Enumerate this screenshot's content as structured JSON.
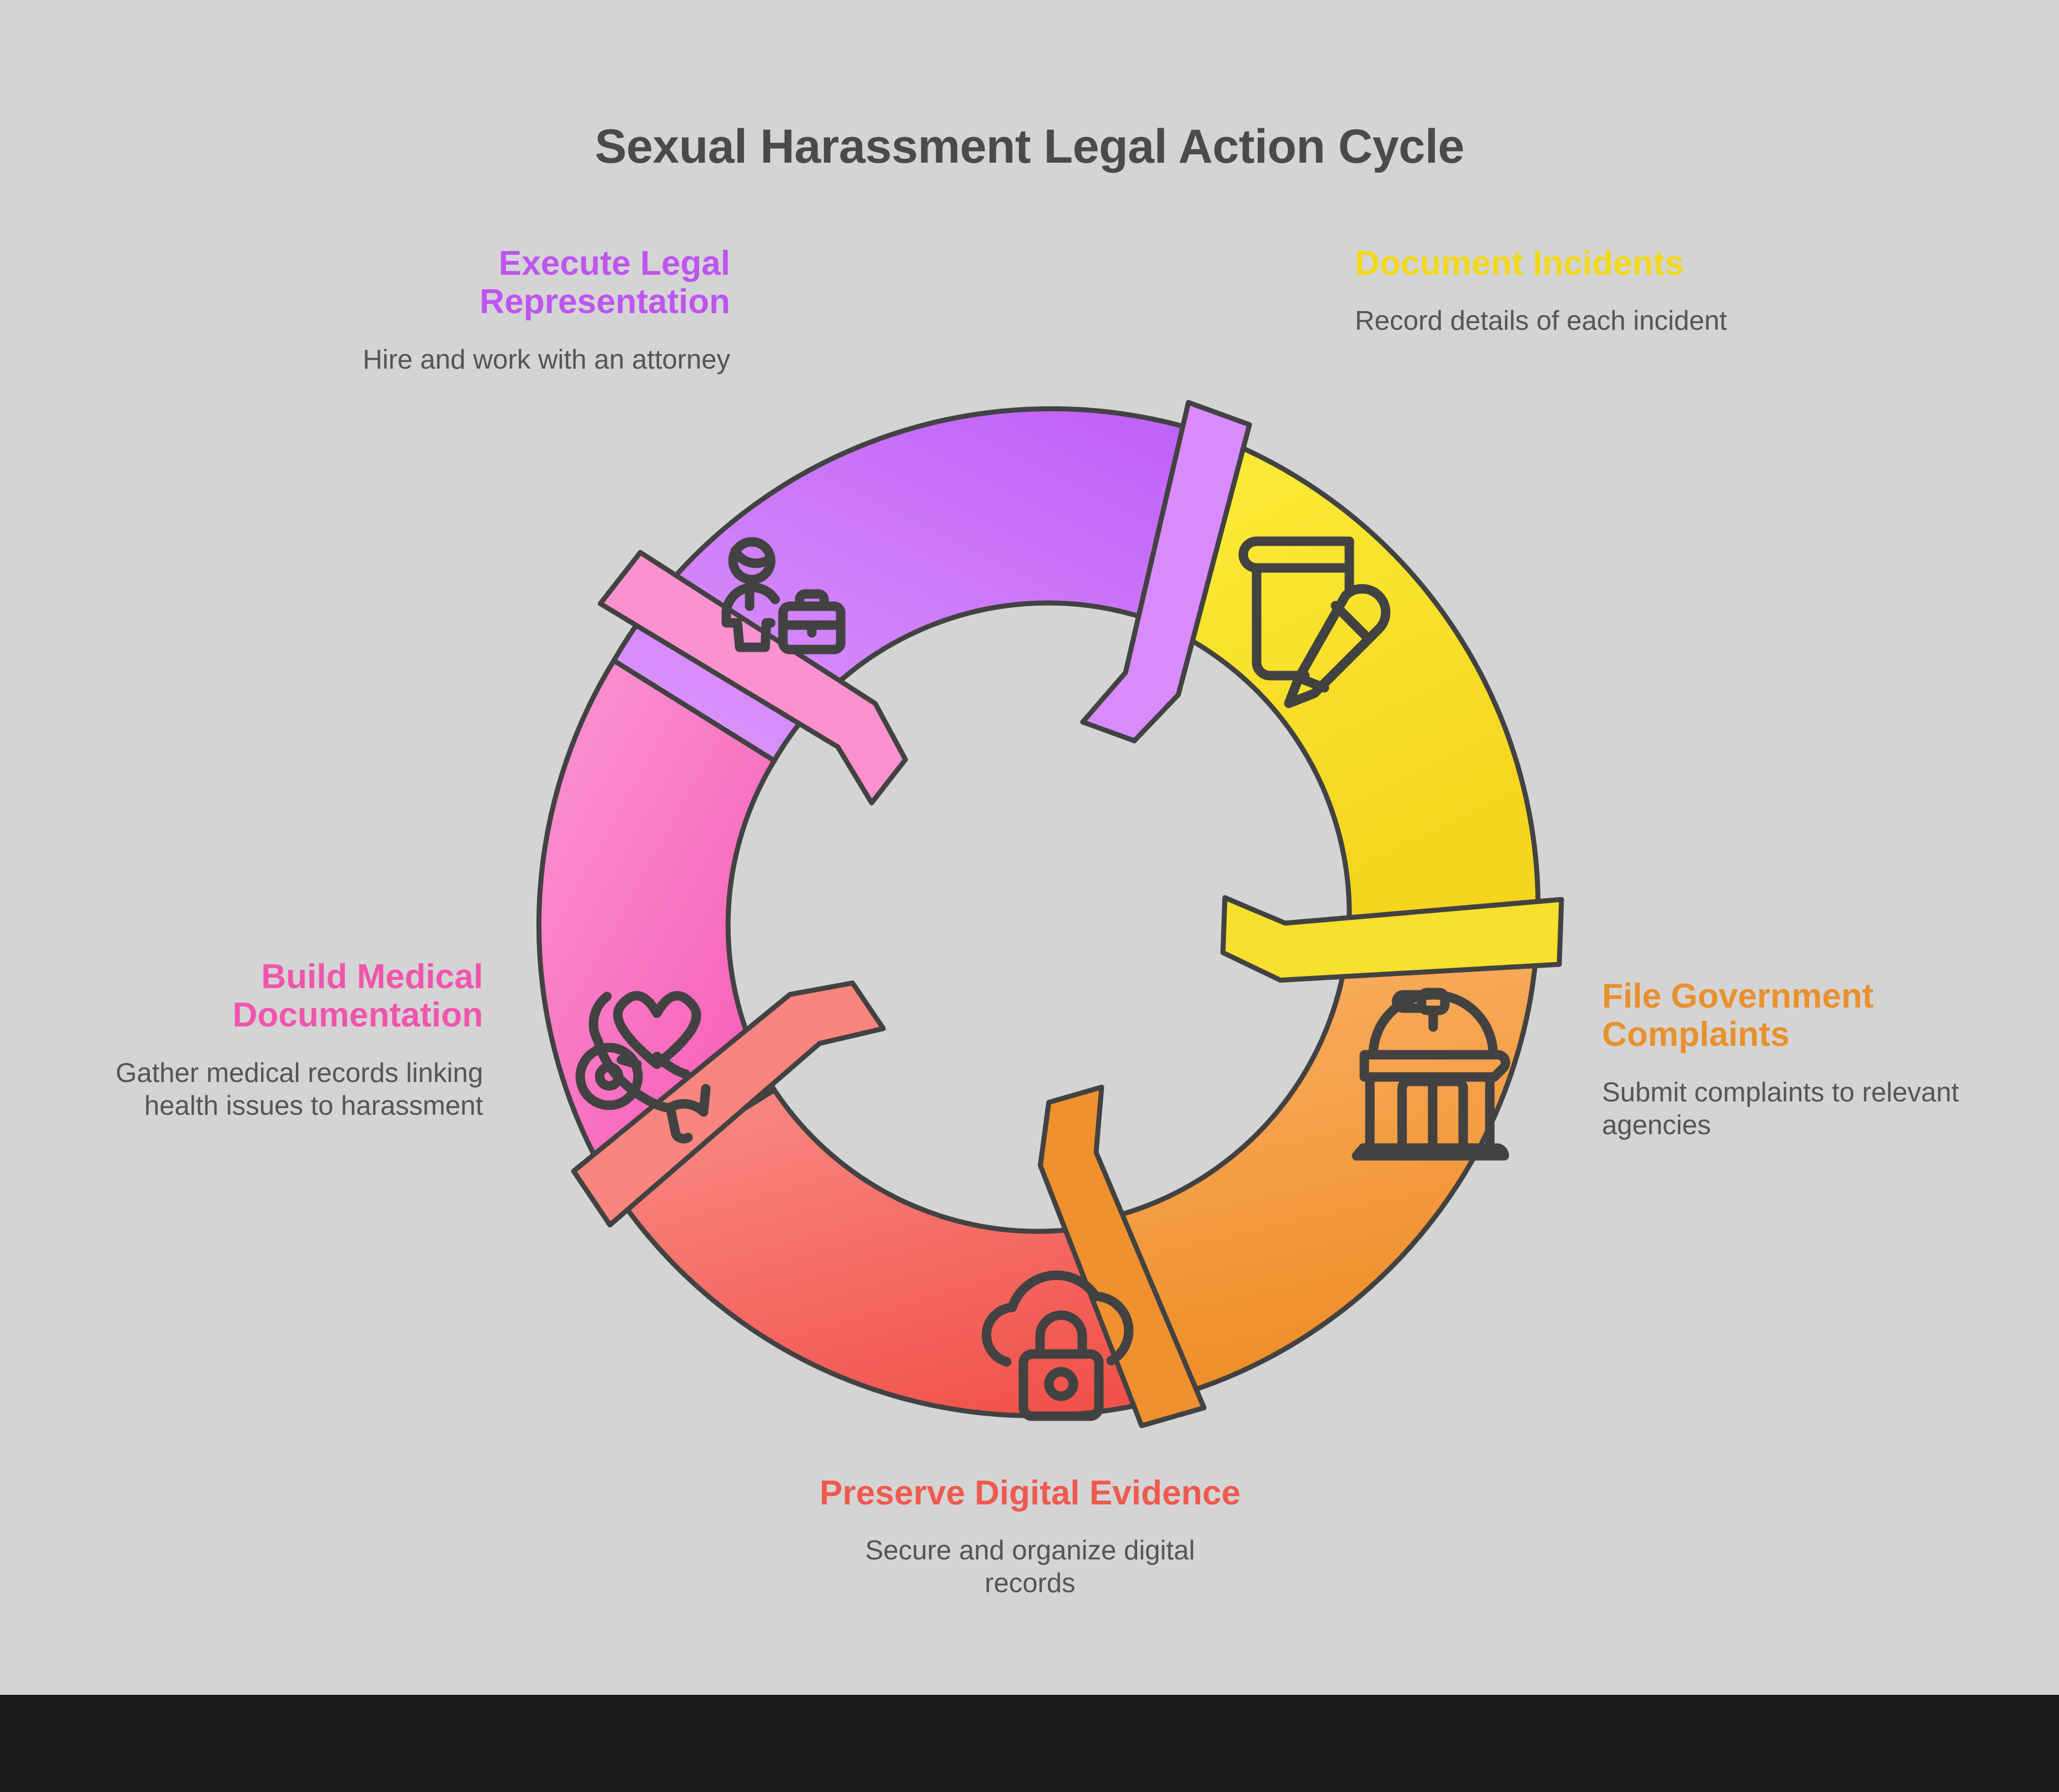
{
  "page": {
    "background_color": "#d4d4d4",
    "footer_color": "#1a1a1a",
    "title": "Sexual Harassment Legal Action Cycle",
    "title_color": "#4a4a4a"
  },
  "chart_data": {
    "type": "pie",
    "title": "Sexual Harassment Legal Action Cycle",
    "subtype": "donut-cycle",
    "segment_count": 5,
    "segment_sweep_degrees": 72,
    "outline_color": "#424242",
    "description_color": "#555555",
    "segments": [
      {
        "id": "document-incidents",
        "order": 1,
        "title": "Document Incidents",
        "description": "Record details of each incident",
        "color": "#F7E02E",
        "color_start": "#FBEE3A",
        "color_end": "#F5D51E",
        "connector_color": "#F7E02E",
        "icon": "notebook-pencil-icon",
        "label_position": "top-right",
        "start_angle_deg": -70,
        "end_angle_deg": 2
      },
      {
        "id": "file-government-complaints",
        "order": 2,
        "title": "File Government Complaints",
        "description": "Submit complaints to relevant agencies",
        "color": "#F0912E",
        "color_start": "#FBB268",
        "color_end": "#EF8F28",
        "connector_color": "#F0912E",
        "icon": "government-building-icon",
        "label_position": "right",
        "start_angle_deg": 2,
        "end_angle_deg": 74
      },
      {
        "id": "preserve-digital-evidence",
        "order": 3,
        "title": "Preserve Digital Evidence",
        "description": "Secure and organize digital records",
        "color": "#F25C54",
        "color_start": "#F87C77",
        "color_end": "#F25A52",
        "connector_color": "#F25C54",
        "icon": "cloud-lock-icon",
        "label_position": "bottom",
        "start_angle_deg": 74,
        "end_angle_deg": 146
      },
      {
        "id": "build-medical-documentation",
        "order": 4,
        "title": "Build Medical Documentation",
        "description": "Gather medical records linking health issues to harassment",
        "color": "#F569BC",
        "color_start": "#FB8DCD",
        "color_end": "#F660B8",
        "connector_color": "#FB92D0",
        "icon": "heart-stethoscope-icon",
        "label_position": "left",
        "start_angle_deg": 146,
        "end_angle_deg": 218
      },
      {
        "id": "execute-legal-representation",
        "order": 5,
        "title": "Execute Legal Representation",
        "description": "Hire and work with an attorney",
        "color": "#BC5CF5",
        "color_start": "#D98BFB",
        "color_end": "#B74BF5",
        "connector_color": "#D98BFB",
        "icon": "lawyer-briefcase-icon",
        "label_position": "top-left",
        "start_angle_deg": 218,
        "end_angle_deg": 290
      }
    ]
  }
}
